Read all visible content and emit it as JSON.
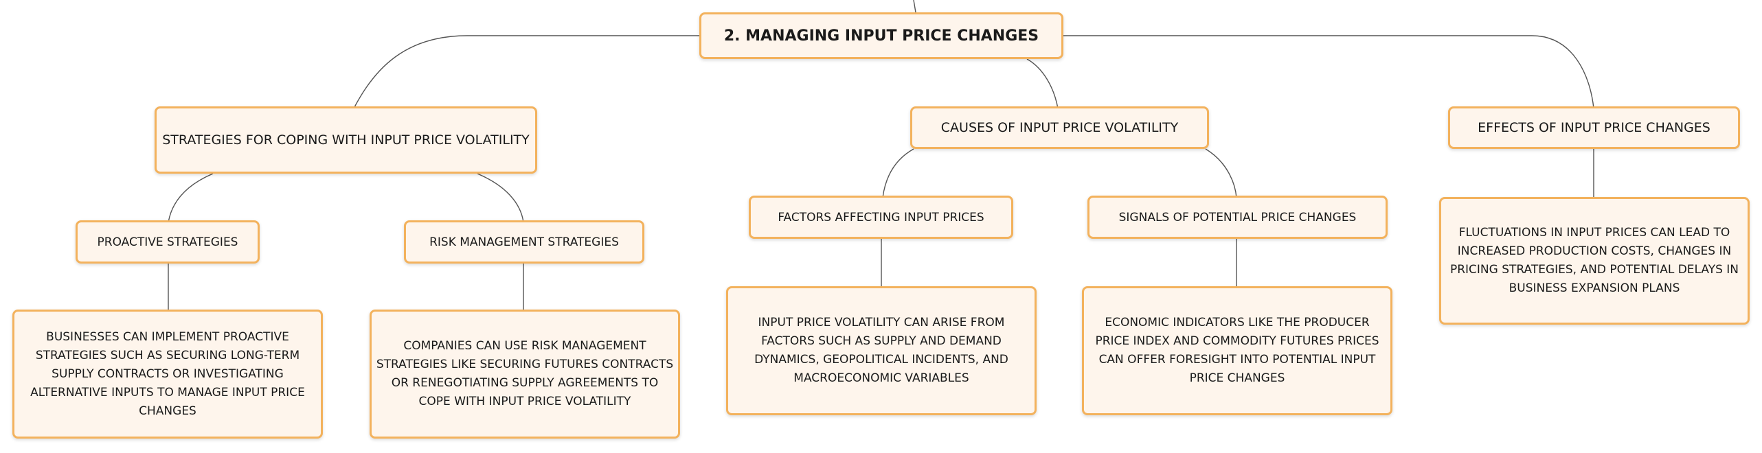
{
  "colors": {
    "node_fill": "#fef5ec",
    "node_border": "#f3b25d",
    "link": "#555555",
    "text": "#1a1a1a"
  },
  "root": {
    "label": "2. MANAGING INPUT PRICE CHANGES"
  },
  "strategies": {
    "label": "STRATEGIES FOR COPING WITH INPUT PRICE VOLATILITY",
    "proactive": {
      "label": "PROACTIVE STRATEGIES",
      "detail": "BUSINESSES CAN IMPLEMENT PROACTIVE STRATEGIES SUCH AS SECURING LONG-TERM SUPPLY CONTRACTS OR INVESTIGATING ALTERNATIVE INPUTS TO MANAGE INPUT PRICE CHANGES"
    },
    "risk": {
      "label": "RISK MANAGEMENT STRATEGIES",
      "detail": "COMPANIES CAN USE RISK MANAGEMENT STRATEGIES LIKE SECURING FUTURES CONTRACTS OR RENEGOTIATING SUPPLY AGREEMENTS TO COPE WITH INPUT PRICE VOLATILITY"
    }
  },
  "causes": {
    "label": "CAUSES OF INPUT PRICE VOLATILITY",
    "factors": {
      "label": "FACTORS AFFECTING INPUT PRICES",
      "detail": "INPUT PRICE VOLATILITY CAN ARISE FROM FACTORS SUCH AS SUPPLY AND DEMAND DYNAMICS, GEOPOLITICAL INCIDENTS, AND MACROECONOMIC VARIABLES"
    },
    "signals": {
      "label": "SIGNALS OF POTENTIAL PRICE CHANGES",
      "detail": "ECONOMIC INDICATORS LIKE THE PRODUCER PRICE INDEX AND COMMODITY FUTURES PRICES CAN OFFER FORESIGHT INTO POTENTIAL INPUT PRICE CHANGES"
    }
  },
  "effects": {
    "label": "EFFECTS OF INPUT PRICE CHANGES",
    "detail": "FLUCTUATIONS IN INPUT PRICES CAN LEAD TO INCREASED PRODUCTION COSTS, CHANGES IN PRICING STRATEGIES, AND POTENTIAL DELAYS IN BUSINESS EXPANSION PLANS"
  }
}
